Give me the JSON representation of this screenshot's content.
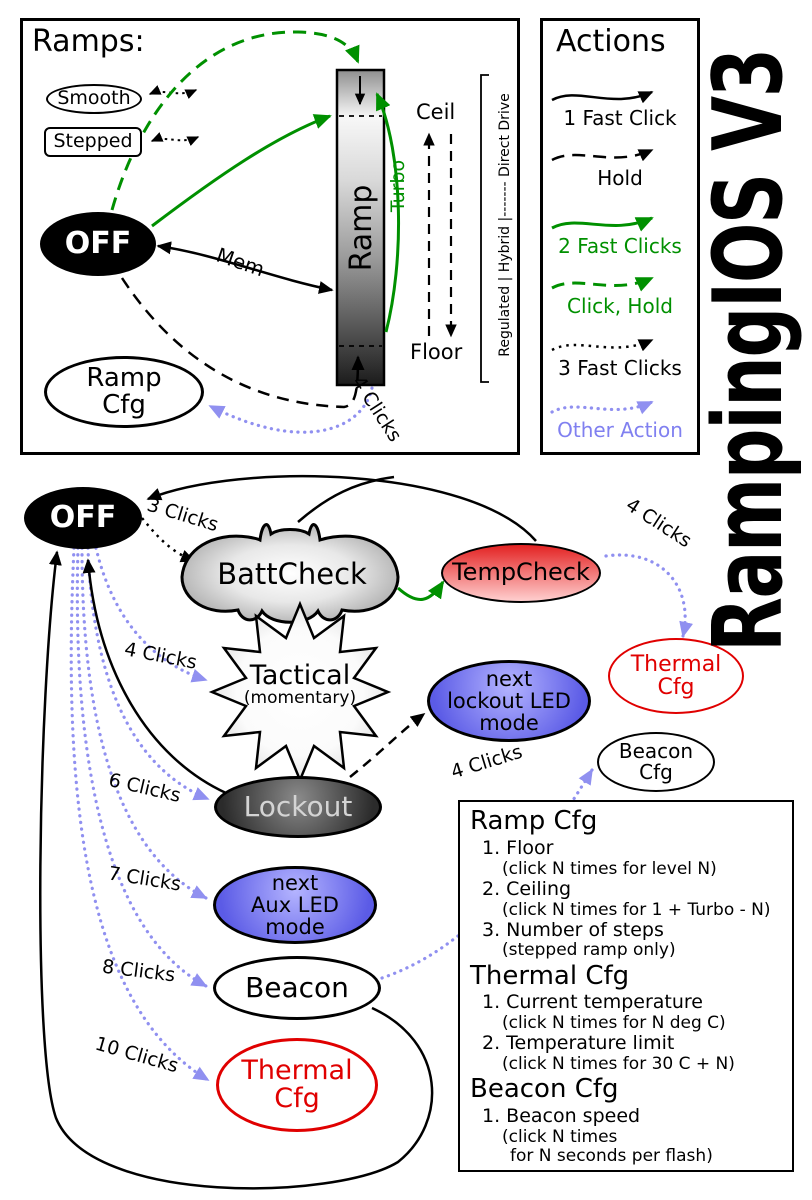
{
  "title": "RampingIOS V3",
  "colors": {
    "green": "#009000",
    "purple": "#9090f0",
    "red": "#e00000",
    "black": "#000000"
  },
  "ramps_box": {
    "title": "Ramps:",
    "smooth": "Smooth",
    "stepped": "Stepped",
    "off": "OFF",
    "ramp": "Ramp",
    "ceil": "Ceil",
    "floor": "Floor",
    "turbo": "Turbo",
    "mem": "Mem",
    "ramp_cfg_line1": "Ramp",
    "ramp_cfg_line2": "Cfg",
    "four_clicks": "4 Clicks",
    "drive_axis": "Regulated | Hybrid |------- Direct Drive"
  },
  "actions_box": {
    "title": "Actions",
    "items": [
      {
        "label": "1 Fast Click",
        "style": "solid",
        "color": "#000000"
      },
      {
        "label": "Hold",
        "style": "dashed",
        "color": "#000000"
      },
      {
        "label": "2 Fast Clicks",
        "style": "solid",
        "color": "#009000"
      },
      {
        "label": "Click, Hold",
        "style": "dashed",
        "color": "#009000"
      },
      {
        "label": "3 Fast Clicks",
        "style": "dotted",
        "color": "#000000"
      },
      {
        "label": "Other Action",
        "style": "dotted",
        "color": "#8080f0"
      }
    ]
  },
  "main": {
    "off": "OFF",
    "battcheck": "BattCheck",
    "tempcheck": "TempCheck",
    "tactical_line1": "Tactical",
    "tactical_line2": "(momentary)",
    "lockout": "Lockout",
    "next_lockout_lines": [
      "next",
      "lockout LED",
      "mode"
    ],
    "next_aux_lines": [
      "next",
      "Aux LED",
      "mode"
    ],
    "beacon": "Beacon",
    "beacon_cfg_line1": "Beacon",
    "beacon_cfg_line2": "Cfg",
    "thermal_cfg_line1": "Thermal",
    "thermal_cfg_line2": "Cfg",
    "labels": {
      "clicks3": "3 Clicks",
      "clicks4_temp": "4 Clicks",
      "clicks4_tactical": "4 Clicks",
      "clicks4_beacon": "4 Clicks",
      "clicks6": "6 Clicks",
      "clicks7": "7 Clicks",
      "clicks8": "8 Clicks",
      "clicks10": "10 Clicks"
    }
  },
  "cfg_box": {
    "sections": [
      {
        "title": "Ramp Cfg",
        "items": [
          {
            "line": "1. Floor",
            "subs": [
              "(click N times for level N)"
            ]
          },
          {
            "line": "2. Ceiling",
            "subs": [
              "(click N times for 1 + Turbo - N)"
            ]
          },
          {
            "line": "3. Number of steps",
            "subs": [
              "(stepped ramp only)"
            ]
          }
        ]
      },
      {
        "title": "Thermal Cfg",
        "items": [
          {
            "line": "1. Current temperature",
            "subs": [
              "(click N times for N deg C)"
            ]
          },
          {
            "line": "2. Temperature limit",
            "subs": [
              "(click N times for 30 C + N)"
            ]
          }
        ]
      },
      {
        "title": "Beacon Cfg",
        "items": [
          {
            "line": "1. Beacon speed",
            "subs": [
              "(click N times",
              "for N seconds per flash)"
            ]
          }
        ]
      }
    ]
  }
}
